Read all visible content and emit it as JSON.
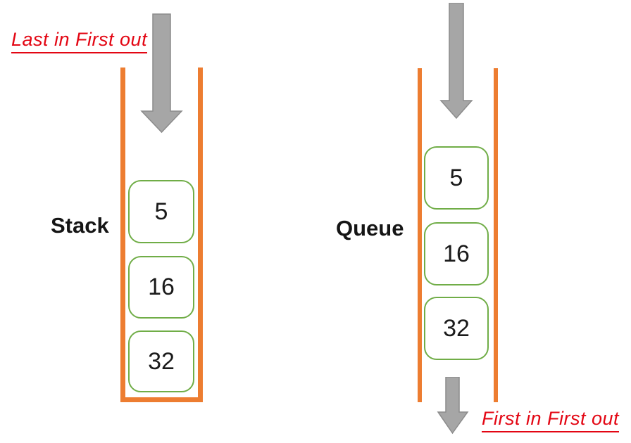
{
  "colors": {
    "container_orange": "#ED7D31",
    "box_border_green": "#70AD47",
    "arrow_gray": "#A6A6A6",
    "arrow_gray_border": "#8C8C8C",
    "label_black": "#151515",
    "red_text": "#E30613"
  },
  "stack": {
    "label": "Stack",
    "caption": "Last in First out",
    "items": [
      "5",
      "16",
      "32"
    ]
  },
  "queue": {
    "label": "Queue",
    "caption": "First in First out",
    "items": [
      "5",
      "16",
      "32"
    ]
  }
}
